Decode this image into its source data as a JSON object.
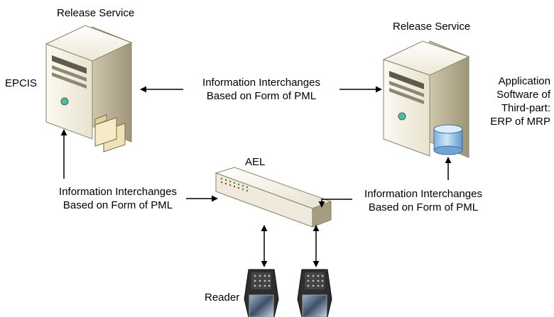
{
  "diagram": {
    "server_left": {
      "title": "Release Service",
      "side_label": "EPCIS",
      "icon": "server-tower-with-folder"
    },
    "server_right": {
      "title": "Release Service",
      "side_label_lines": [
        "Application",
        "Software of",
        "Third-part:",
        "ERP of MRP"
      ],
      "icon": "server-tower-with-database"
    },
    "switch": {
      "label": "AEL",
      "icon": "network-switch"
    },
    "reader": {
      "label": "Reader",
      "icon": "handheld-rfid-reader",
      "count": 2
    },
    "interchange_top": [
      "Information Interchanges",
      "Based on Form of PML"
    ],
    "interchange_left": [
      "Information Interchanges",
      "Based on Form of PML"
    ],
    "interchange_right": [
      "Information Interchanges",
      "Based on Form of PML"
    ],
    "colors": {
      "server_body": "#f1eee2",
      "server_shadow": "#b5ac91",
      "database": "#9fc8ec",
      "switch_body": "#f2efe4",
      "arrow": "#000000",
      "reader_body": "#2e2e2e",
      "reader_screen": "#6f8aa8"
    }
  }
}
